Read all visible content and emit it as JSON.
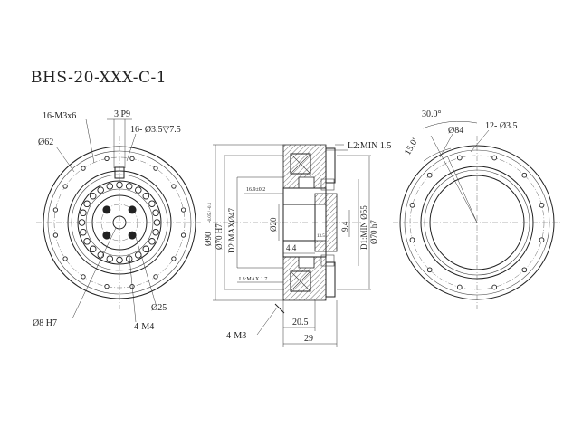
{
  "title": "BHS-20-XXX-C-1",
  "left_view": {
    "thread_outer": "16-M3x6",
    "p9": "3 P9",
    "hole_pattern": "16- Ø3.5▽7.5",
    "dia_62": "Ø62",
    "dia_25": "Ø25",
    "bore_8": "Ø8 H7",
    "thread_m4": "4-M4"
  },
  "section_view": {
    "l2": "L2:MIN 1.5",
    "dia_90": "Ø90",
    "dia_90_tol": "-0.05 / -0.1",
    "dia_70h7": "Ø70 H7",
    "d2": "D2:MAXØ47",
    "dia_20": "Ø20",
    "small_dim": "16.9±0.2",
    "dim_4_4": "4.4",
    "dim_9_4": "9.4",
    "small_label": "13.5",
    "l3": "L3:MAX 1.7",
    "d1": "D1:MIN Ø55",
    "dia_70h7b": "Ø70 h7",
    "thread_m3": "4-M3",
    "dim_20_5": "20.5",
    "dim_29": "29"
  },
  "right_view": {
    "angle_30": "30.0°",
    "angle_15": "15.0°",
    "dia_84": "Ø84",
    "hole_pattern": "12- Ø3.5"
  }
}
